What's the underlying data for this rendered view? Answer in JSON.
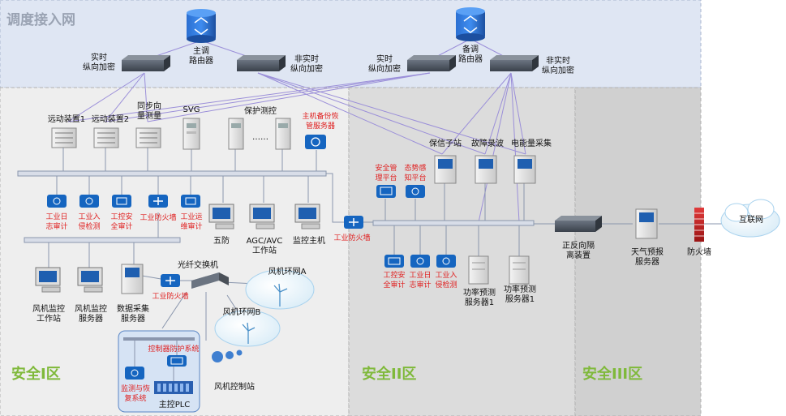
{
  "zones": {
    "dispatch": "调度接入网",
    "zone1": "安全I区",
    "zone2": "安全II区",
    "zone3": "安全III区"
  },
  "top": {
    "main_router": "主调\n路由器",
    "backup_router": "备调\n路由器",
    "rt_encrypt_1": "实时\n纵向加密",
    "nrt_encrypt_1": "非实时\n纵向加密",
    "rt_encrypt_2": "实时\n纵向加密",
    "nrt_encrypt_2": "非实时\n纵向加密"
  },
  "zone1": {
    "rtu1": "远动装置1",
    "rtu2": "远动装置2",
    "pmu": "同步向\n量测量",
    "svg": "SVG",
    "protection": "保护测控",
    "dots": "……",
    "backup_recovery": "主机备份恢\n管服务器",
    "log_audit": "工业日\n志审计",
    "ids": "工业入\n侵检测",
    "ics_audit": "工控安\n全审计",
    "firewall_a": "工业防火墙",
    "ops_audit": "工业运\n维审计",
    "wufang": "五防",
    "agc_avc": "AGC/AVC\n工作站",
    "monitor_host": "监控主机",
    "firewall_b": "工业防火墙",
    "wt_monitor_ws": "风机监控\n工作站",
    "wt_monitor_srv": "风机监控\n服务器",
    "data_collect": "数据采集\n服务器",
    "fiber_switch": "光纤交换机",
    "firewall_c": "工业防火墙",
    "ring_a": "风机环网A",
    "ring_b": "风机环网B",
    "ctrl_protect": "控制器防护系统",
    "monitor_recovery": "监测与恢\n复系统",
    "main_plc": "主控PLC",
    "wt_control_station": "风机控制站"
  },
  "zone2": {
    "sec_mgmt": "安全管\n理平台",
    "situation": "态势感\n知平台",
    "relay_substation": "保信子站",
    "fault_record": "故障录波",
    "energy_collect": "电能量采集",
    "ics_audit": "工控安\n全审计",
    "log_audit": "工业日\n志审计",
    "ids": "工业入\n侵检测",
    "power_forecast_1": "功率预测\n服务器1",
    "power_forecast_2": "功率预测\n服务器1"
  },
  "zone3": {
    "isolation": "正反向隔\n离装置",
    "weather": "天气预报\n服务器",
    "firewall": "防火墙",
    "internet": "互联网"
  },
  "colors": {
    "dispatch_bg": "#dfe6f3",
    "zone1_bg": "#eeeeee",
    "zone2_bg": "#dcdcdc",
    "zone3_bg": "#d0d0d0",
    "zone_green": "#7fb93a",
    "dispatch_title": "#9aa3b3",
    "accent_blue": "#1565c0",
    "alert_red": "#e02020",
    "line_purple": "#9b8fd9",
    "bus_gray": "#8a96ad",
    "firewall_red": "#c0272d"
  }
}
